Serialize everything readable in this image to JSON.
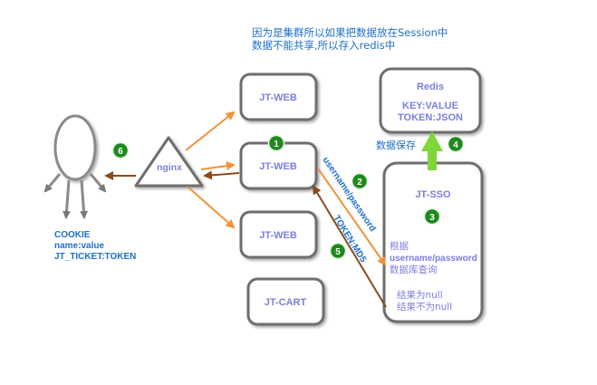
{
  "note": {
    "line1": "因为是集群所以如果把数据放在Session中",
    "line2": "数据不能共享,所以存入redis中"
  },
  "nodes": {
    "jtweb_top": "JT-WEB",
    "jtweb_mid": "JT-WEB",
    "jtweb_bottom": "JT-WEB",
    "jtcart": "JT-CART",
    "nginx": "nginx",
    "redis": {
      "title": "Redis",
      "line1": "KEY:VALUE",
      "line2": "TOKEN:JSON"
    },
    "jtsso": {
      "title": "JT-SSO",
      "query1": "根据",
      "query2": "username/password",
      "query3": "数据库查询",
      "result1": "结果为null",
      "result2": "结果不为null"
    }
  },
  "cookie": {
    "line1": "COOKIE",
    "line2": "name:value",
    "line3": "JT_TICKET:TOKEN"
  },
  "edges": {
    "to_sso": "username/password",
    "from_sso": "TOKEN:MD5",
    "save_data": "数据保存"
  },
  "steps": [
    "1",
    "2",
    "3",
    "4",
    "5",
    "6"
  ],
  "colors": {
    "box_stroke": "#6e6e6e",
    "node_text": "#7b7fe0",
    "blue_text": "#1e6fc9",
    "orange_arrow": "#f0923a",
    "brown_arrow": "#8a4a1a",
    "green_arrow": "#7ed63a",
    "badge_fill": "#1e8a1e"
  }
}
